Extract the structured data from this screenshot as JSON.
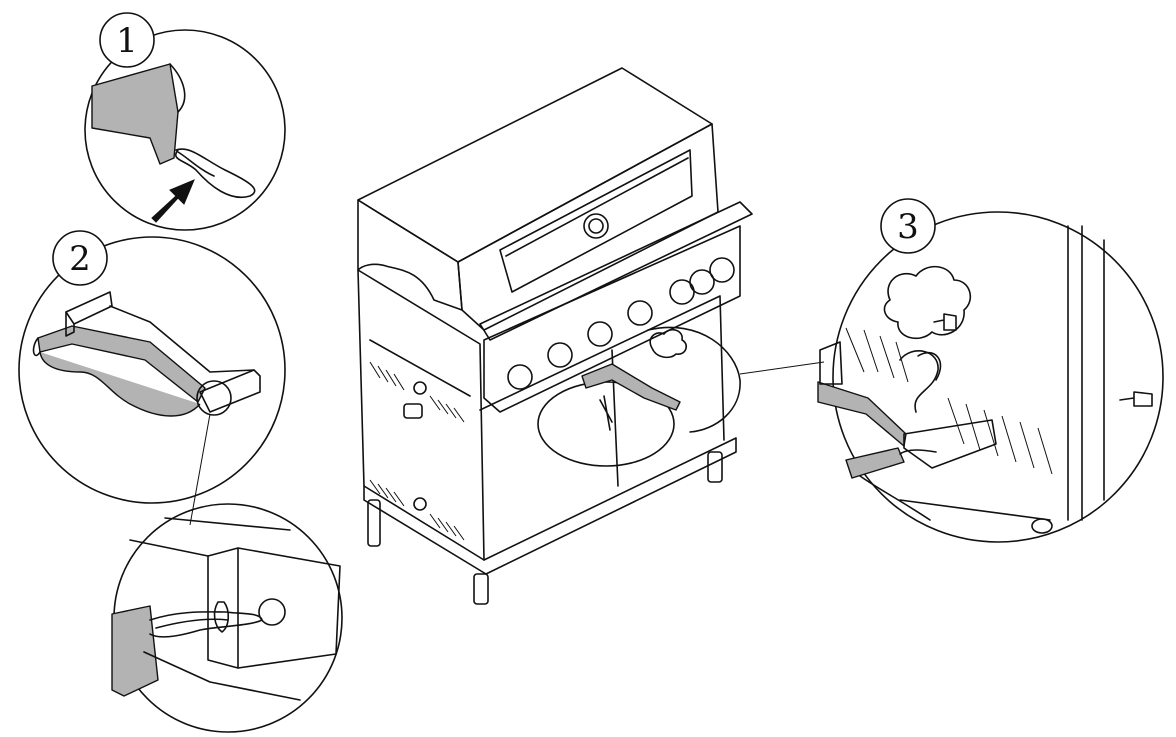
{
  "step_labels": {
    "step1": "1",
    "step2": "2",
    "step3": "3"
  },
  "colors": {
    "line": "#111111",
    "strap_fill": "#b3b3b3",
    "background": "#ffffff"
  }
}
